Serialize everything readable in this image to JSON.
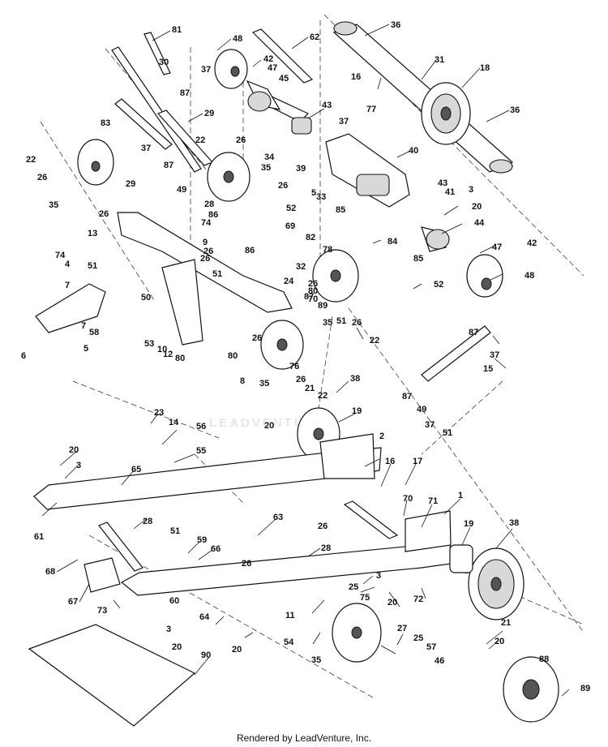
{
  "footer": {
    "credit": "Rendered by LeadVenture, Inc."
  },
  "watermark": "LEADVENTURE",
  "callouts": [
    "81",
    "48",
    "62",
    "36",
    "30",
    "37",
    "42",
    "47",
    "45",
    "31",
    "18",
    "87",
    "16",
    "29",
    "83",
    "43",
    "77",
    "37",
    "36",
    "22",
    "26",
    "37",
    "87",
    "26",
    "34",
    "40",
    "22",
    "35",
    "26",
    "29",
    "39",
    "49",
    "5",
    "33",
    "43",
    "41",
    "3",
    "35",
    "26",
    "28",
    "74",
    "86",
    "52",
    "85",
    "20",
    "44",
    "74",
    "13",
    "9",
    "26",
    "69",
    "82",
    "78",
    "84",
    "47",
    "42",
    "51",
    "4",
    "26",
    "86",
    "32",
    "85",
    "7",
    "50",
    "51",
    "24",
    "26",
    "52",
    "48",
    "80",
    "70",
    "87",
    "89",
    "58",
    "35",
    "51",
    "26",
    "87",
    "6",
    "7",
    "53",
    "12",
    "10",
    "80",
    "26",
    "22",
    "15",
    "37",
    "5",
    "80",
    "8",
    "35",
    "76",
    "26",
    "87",
    "49",
    "38",
    "21",
    "22",
    "37",
    "51",
    "23",
    "14",
    "56",
    "20",
    "19",
    "55",
    "2",
    "20",
    "16",
    "3",
    "17",
    "65",
    "70",
    "71",
    "1",
    "61",
    "51",
    "28",
    "26",
    "19",
    "38",
    "63",
    "68",
    "59",
    "66",
    "26",
    "28",
    "67",
    "11",
    "25",
    "3",
    "20",
    "72",
    "75",
    "73",
    "60",
    "64",
    "3",
    "20",
    "54",
    "35",
    "27",
    "21",
    "25",
    "57",
    "20",
    "20",
    "90",
    "46",
    "88",
    "89"
  ]
}
